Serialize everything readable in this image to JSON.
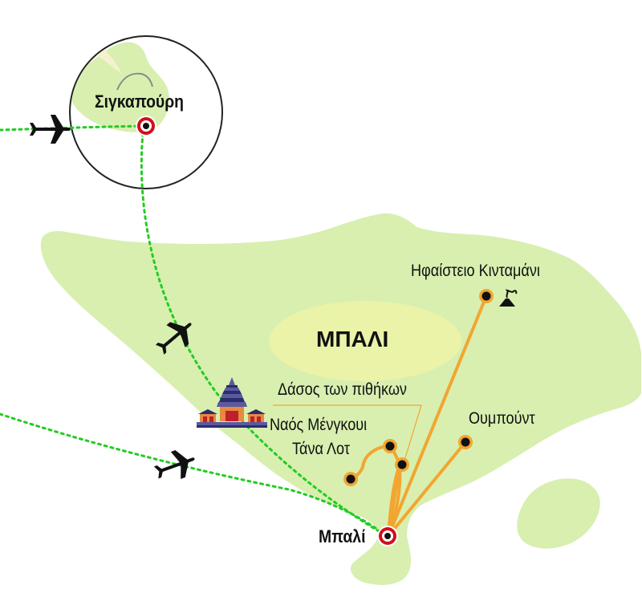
{
  "map": {
    "region_label": "ΜΠΑΛΙ",
    "cities": {
      "singapore": "Σιγκαπούρη",
      "bali": "Μπαλί"
    },
    "places": {
      "volcano": "Ηφαίστειο Κινταμάνι",
      "monkey_forest": "Δάσος των πιθήκων",
      "ubud": "Ουμπούντ",
      "temple": "Ναός Μένγκουι",
      "tanah_lot": "Τάνα Λοτ"
    },
    "colors": {
      "land": "#d8efb0",
      "land_outline": "#ffffff",
      "highland": "#eaf3a8",
      "flight_route": "#22cc22",
      "ground_route": "#f2a630",
      "city_marker": "#d0101a",
      "place_marker": "#111111"
    },
    "icons": [
      "airplane-icon",
      "volcano-icon",
      "temple-icon"
    ]
  }
}
